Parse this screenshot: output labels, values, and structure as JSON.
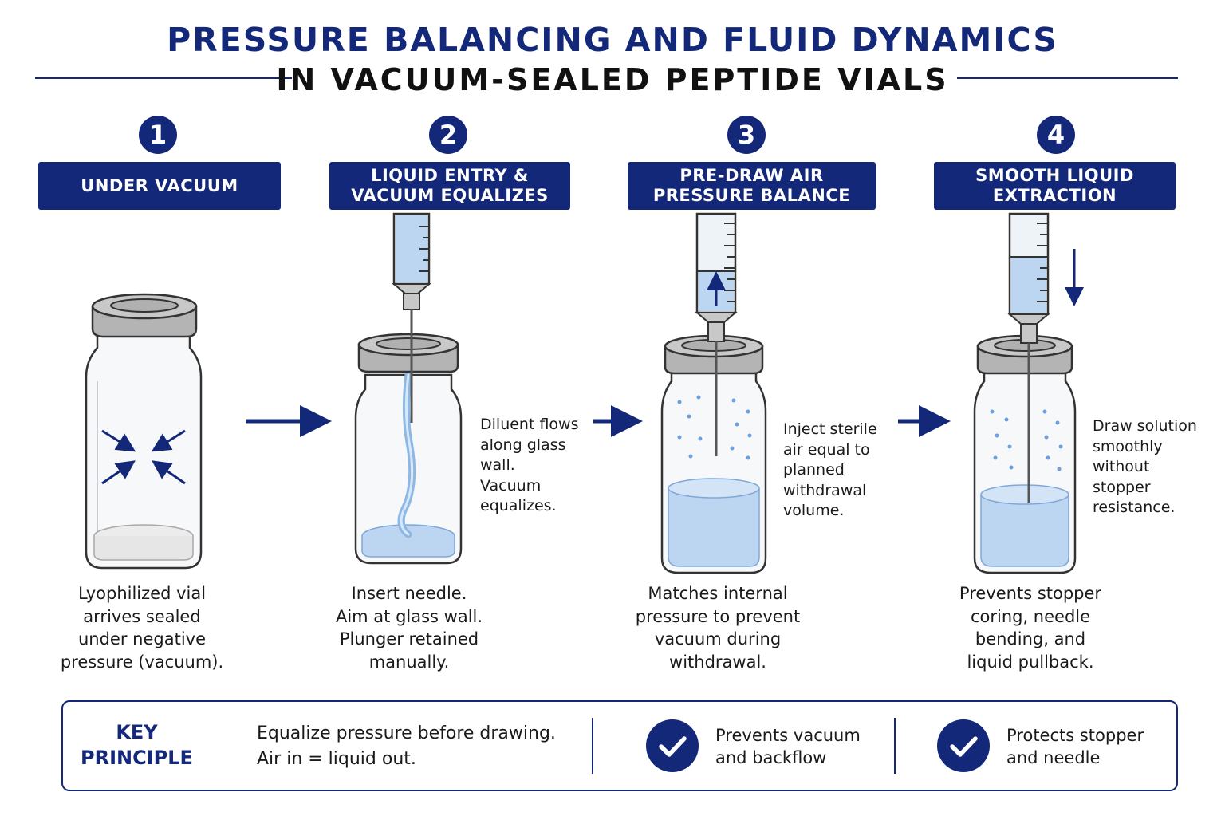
{
  "title": {
    "line1": "PRESSURE BALANCING AND FLUID DYNAMICS",
    "line2": "IN VACUUM-SEALED PEPTIDE VIALS"
  },
  "colors": {
    "navy": "#14287a",
    "liquid": "#bcd6f2",
    "cap": "#b4b4b4"
  },
  "steps": [
    {
      "number": "1",
      "label_lines": [
        "UNDER VACUUM"
      ],
      "caption_lines": [
        "Lyophilized vial",
        "arrives sealed",
        "under negative",
        "pressure (vacuum)."
      ],
      "note_lines": []
    },
    {
      "number": "2",
      "label_lines": [
        "LIQUID ENTRY &",
        "VACUUM EQUALIZES"
      ],
      "caption_lines": [
        "Insert needle.",
        "Aim at glass wall.",
        "Plunger retained",
        "manually."
      ],
      "note_lines": [
        "Diluent flows",
        "along glass",
        "wall.",
        "Vacuum",
        "equalizes."
      ]
    },
    {
      "number": "3",
      "label_lines": [
        "PRE-DRAW AIR",
        "PRESSURE BALANCE"
      ],
      "caption_lines": [
        "Matches internal",
        "pressure to prevent",
        "vacuum during",
        "withdrawal."
      ],
      "note_lines": [
        "Inject sterile",
        "air equal to",
        "planned",
        "withdrawal",
        "volume."
      ]
    },
    {
      "number": "4",
      "label_lines": [
        "SMOOTH LIQUID",
        "EXTRACTION"
      ],
      "caption_lines": [
        "Prevents stopper",
        "coring, needle",
        "bending, and",
        "liquid pullback."
      ],
      "note_lines": [
        "Draw solution",
        "smoothly",
        "without",
        "stopper",
        "resistance."
      ]
    }
  ],
  "key_principle": {
    "heading_lines": [
      "KEY",
      "PRINCIPLE"
    ],
    "text_lines": [
      "Equalize pressure before drawing.",
      "Air in = liquid out."
    ],
    "benefits": [
      {
        "icon": "check-icon",
        "lines": [
          "Prevents vacuum",
          "and backflow"
        ]
      },
      {
        "icon": "check-icon",
        "lines": [
          "Protects stopper",
          "and needle"
        ]
      }
    ]
  }
}
